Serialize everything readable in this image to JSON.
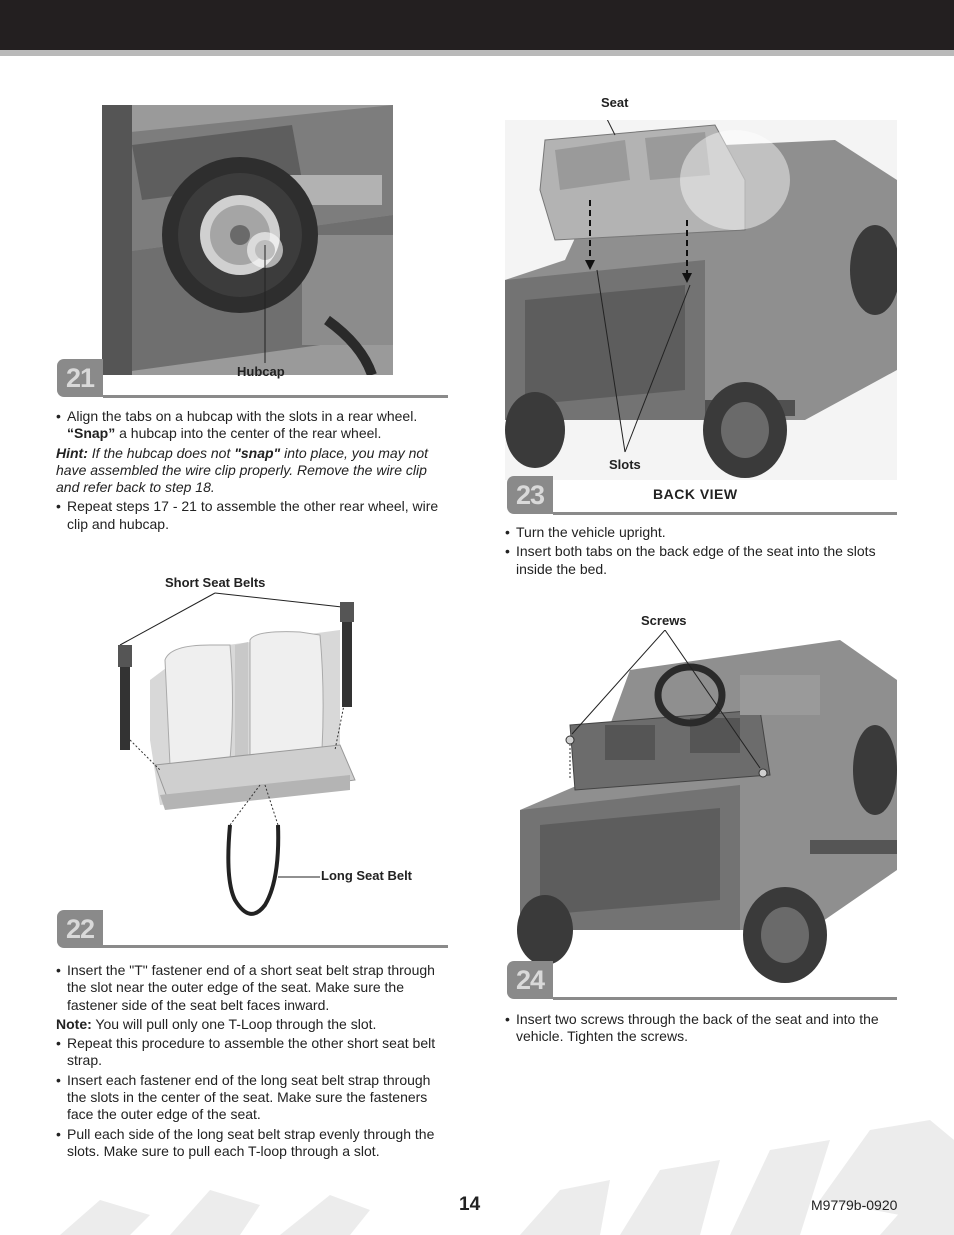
{
  "footer": {
    "page_number": "14",
    "doc_code": "M9779b-0920"
  },
  "colors": {
    "header_bar": "#231f20",
    "header_rule": "#b9b9b9",
    "step_gray": "#8a8a8a"
  },
  "steps": [
    {
      "number": "21",
      "callouts": {
        "hubcap": "Hubcap"
      },
      "text": {
        "b1_pre": "Align the tabs on a hubcap with the slots in a rear wheel. ",
        "b1_strong": "“Snap”",
        "b1_post": " a hubcap into the center of the rear wheel.",
        "hint_label": "Hint:",
        "hint_pre": " If the hubcap does not ",
        "hint_strong": "\"snap\"",
        "hint_post": " into place, you may not have assembled the wire clip properly. Remove the wire clip and refer back to step 18.",
        "b2": "Repeat steps 17 - 21 to assemble the other rear wheel, wire clip and hubcap."
      }
    },
    {
      "number": "22",
      "callouts": {
        "short_belts": "Short Seat Belts",
        "long_belt": "Long Seat Belt"
      },
      "text": {
        "b1": "Insert the \"T\" fastener end of a short seat belt strap through the slot near the outer edge of the seat. Make sure the fastener side of the seat belt faces inward.",
        "note_label": "Note:",
        "note_text": " You will pull only one T-Loop through the slot.",
        "b2": "Repeat this procedure to assemble the other short seat belt strap.",
        "b3": "Insert each fastener end of the long seat belt strap through the slots in the center of the seat. Make sure the fasteners face the outer edge of the seat.",
        "b4": "Pull each side of the long seat belt strap evenly through the slots. Make sure to pull each T-loop through a slot."
      }
    },
    {
      "number": "23",
      "view_label": "BACK VIEW",
      "callouts": {
        "seat": "Seat",
        "slots": "Slots"
      },
      "text": {
        "b1": "Turn the vehicle upright.",
        "b2": "Insert both tabs on the back edge of the seat into the slots inside the bed."
      }
    },
    {
      "number": "24",
      "callouts": {
        "screws": "Screws"
      },
      "text": {
        "b1": "Insert two screws through the back of the seat and into the vehicle. Tighten the screws."
      }
    }
  ]
}
